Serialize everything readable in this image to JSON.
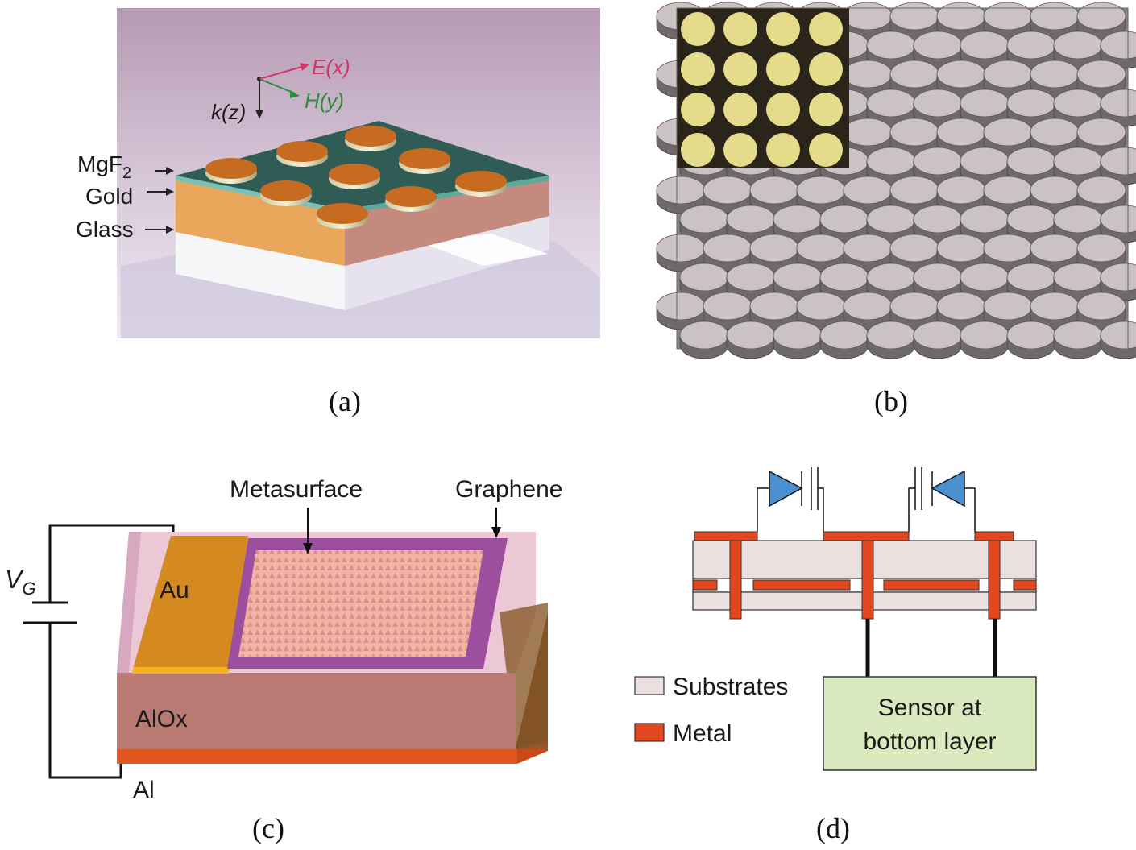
{
  "captions": {
    "a": "(a)",
    "b": "(b)",
    "c": "(c)",
    "d": "(d)"
  },
  "panel_a": {
    "layers": {
      "mgf2_prefix": "MgF",
      "mgf2_sub": "2",
      "gold": "Gold",
      "glass": "Glass"
    },
    "axes": {
      "e_field": "E(x)",
      "h_field": "H(y)",
      "k_vector": "k(z)"
    },
    "colors": {
      "background": "#b79cb4",
      "dielectric": "#2f5e55",
      "gold_layer": "#e8a860",
      "disk": "#c56a1e"
    }
  },
  "panel_b": {
    "colors": {
      "disk_top": "#cbc3c3",
      "disk_side": "#6f6969",
      "substrate": "#8a8383",
      "inset_bg": "#2a241a",
      "inset_disk": "#e5dc8b"
    }
  },
  "panel_c": {
    "labels": {
      "metasurface": "Metasurface",
      "graphene": "Graphene",
      "au": "Au",
      "alox": "AlOx",
      "al": "Al",
      "vg_main": "V",
      "vg_sub": "G"
    },
    "colors": {
      "au": "#d58a1f",
      "graphene": "#9b4f9e",
      "metasurface": "#f3b5a6",
      "alox": "#b87a72",
      "al": "#e0561e"
    }
  },
  "panel_d": {
    "legend": {
      "substrates": "Substrates",
      "metal": "Metal"
    },
    "sensor_line1": "Sensor at",
    "sensor_line2": "bottom layer",
    "colors": {
      "substrate": "#eae0e0",
      "metal": "#e2471f",
      "sensor": "#dbe9bf",
      "diode": "#4a90d0"
    }
  }
}
